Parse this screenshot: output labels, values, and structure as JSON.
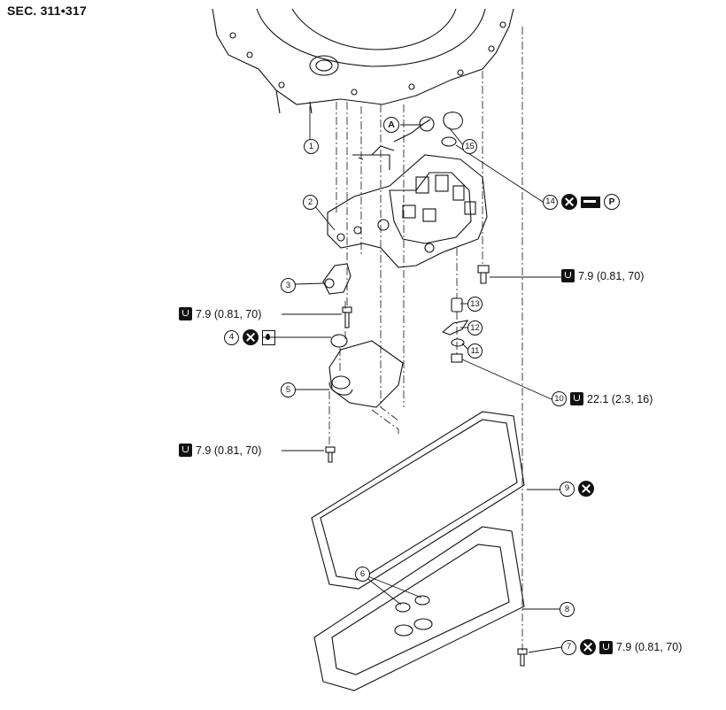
{
  "section": "SEC. 311•317",
  "marker_a": "A",
  "icons": {
    "torque": "torque-wrench-icon",
    "no_reuse": "do-not-reuse-icon",
    "fluid": "apply-atf-icon",
    "grease": "apply-petroleum-jelly-icon",
    "p": "petroleum-jelly-p-icon"
  },
  "callouts": {
    "c1": "1",
    "c2": "2",
    "c3": "3",
    "c4": "4",
    "c5": "5",
    "c6": "6",
    "c7": "7",
    "c8": "8",
    "c9": "9",
    "c10": "10",
    "c11": "11",
    "c12": "12",
    "c13": "13",
    "c14": "14",
    "c15": "15"
  },
  "torques": {
    "valve_bolt": "7.9 (0.81, 70)",
    "bracket_bolt": "7.9 (0.81, 70)",
    "strainer_bolt": "7.9 (0.81, 70)",
    "nut": "22.1 (2.3, 16)",
    "pan_bolt": "7.9 (0.81, 70)"
  },
  "p_letter": "P"
}
